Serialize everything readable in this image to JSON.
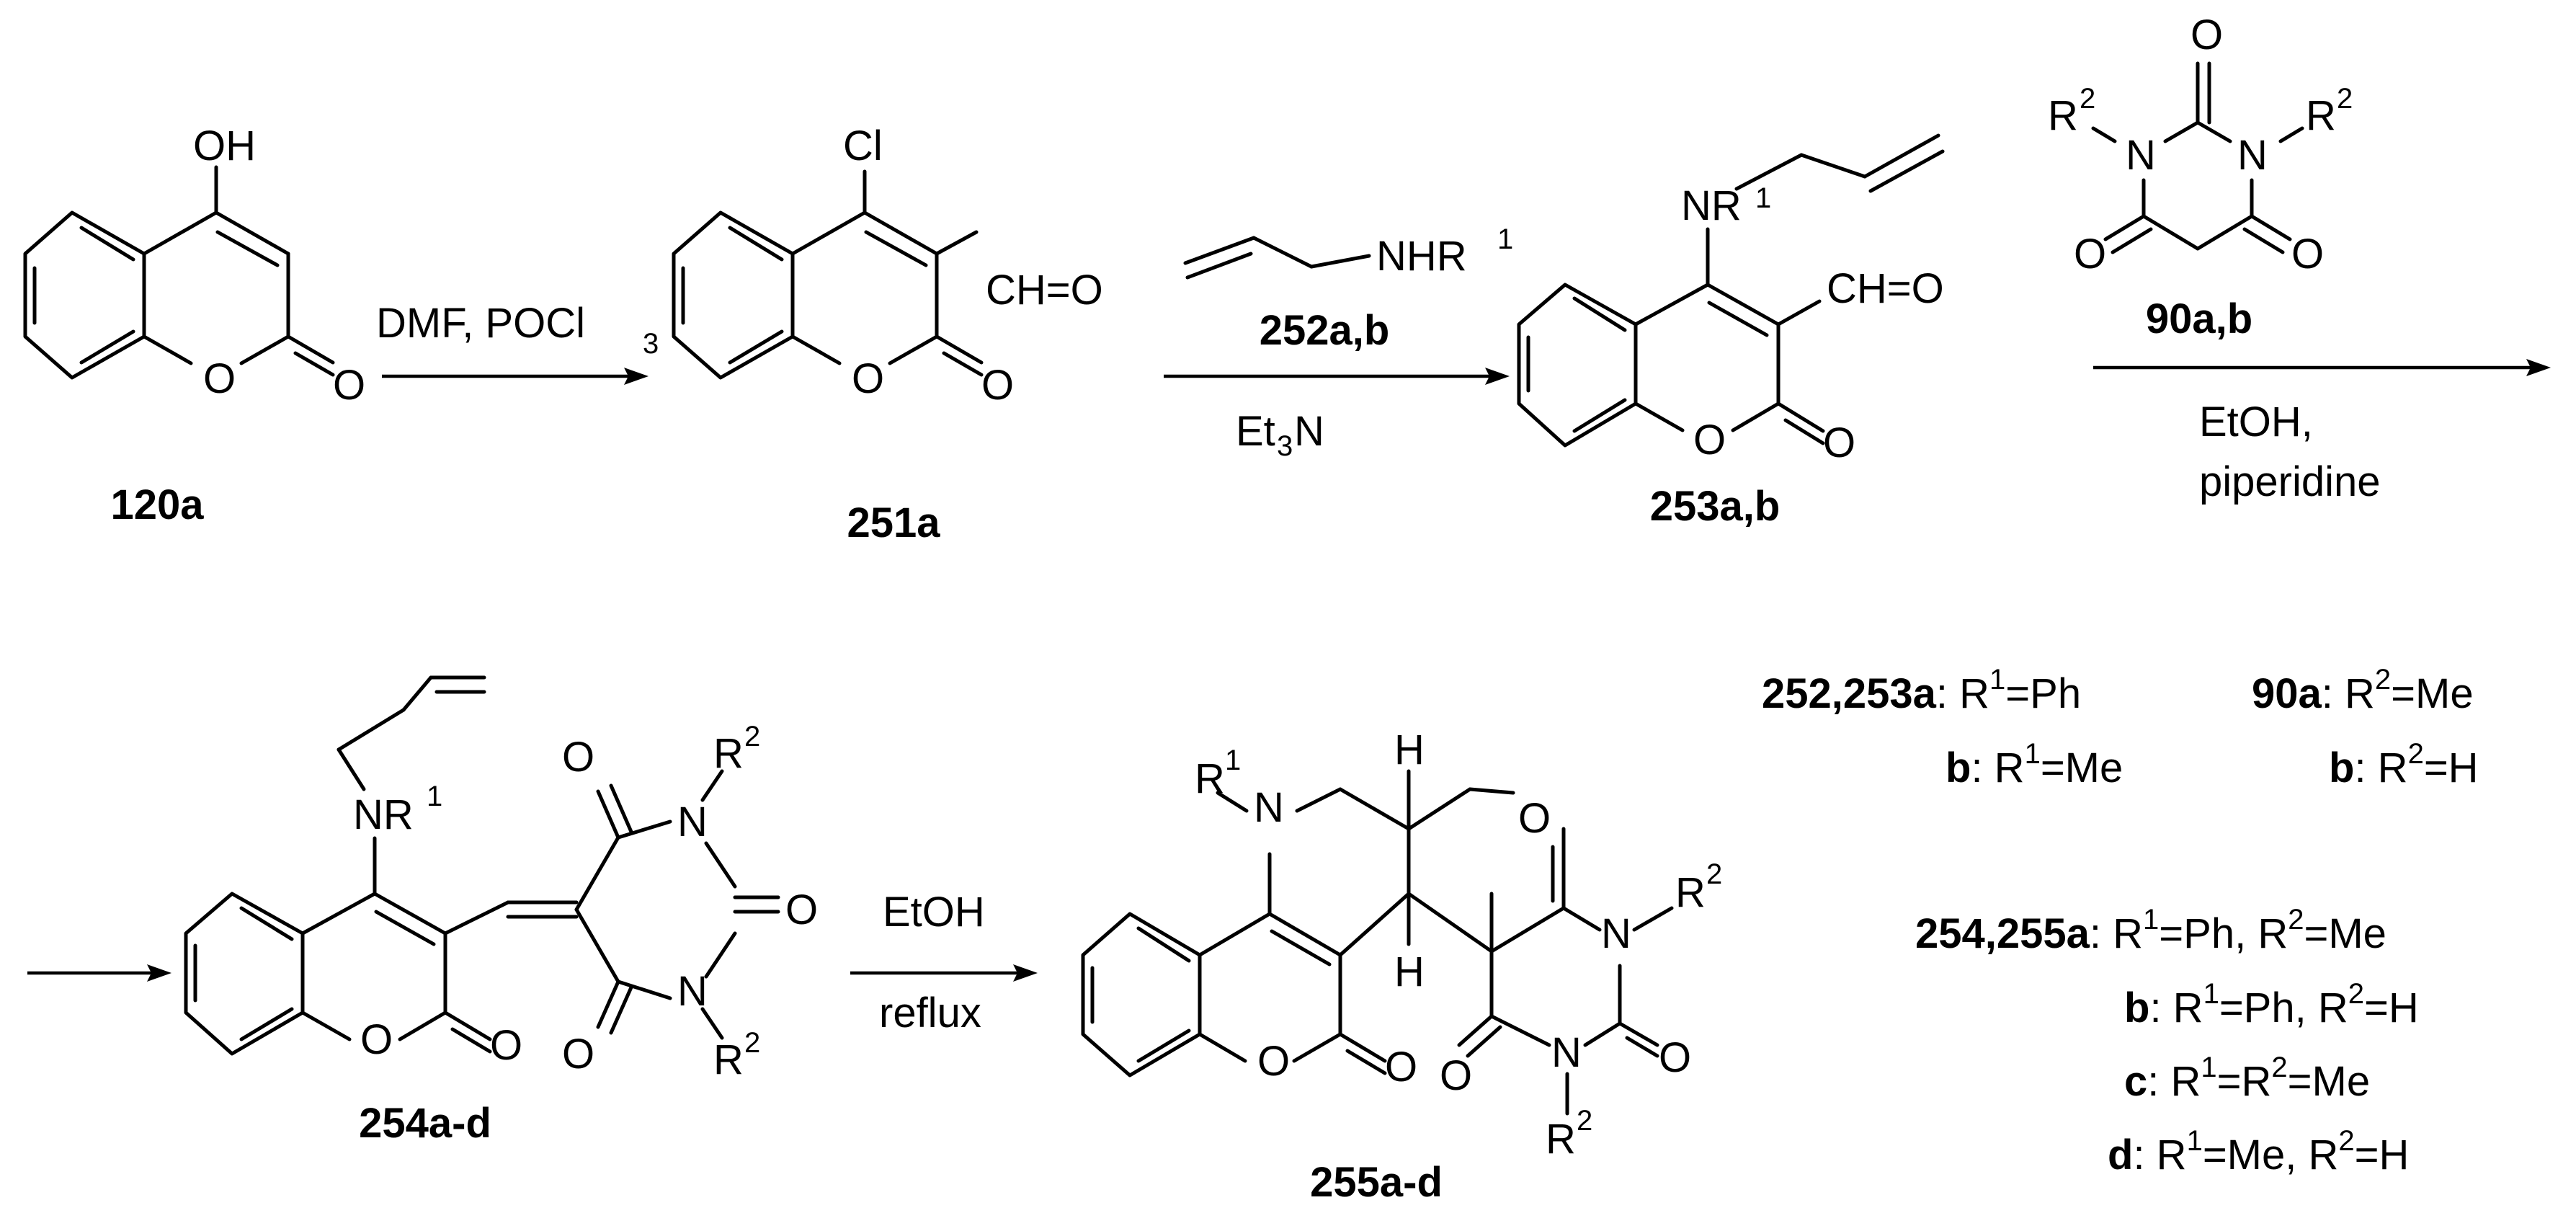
{
  "compounds": {
    "c120a": "120a",
    "c251a": "251a",
    "c252": "252a,b",
    "c253": "253a,b",
    "c90": "90a,b",
    "c254": "254a-d",
    "c255": "255a-d"
  },
  "atoms": {
    "oh": "OH",
    "o": "O",
    "cl": "Cl",
    "cho": "CH=O",
    "nhr1": "NHR",
    "nr1": "NR",
    "n": "N",
    "r": "R",
    "h": "H",
    "sup1": "1",
    "sup2": "2"
  },
  "conditions": {
    "step1": "DMF,  POCl",
    "step1_sub": "3",
    "step2": "Et",
    "step2_sub": "3",
    "step2_n": "N",
    "step3_line1": "EtOH,",
    "step3_line2": "piperidine",
    "step4_line1": "EtOH",
    "step4_line2": "reflux"
  },
  "legend": {
    "l1_bold": "252,253a",
    "l1_text": ": R",
    "l1_rest": "=Ph",
    "l2_bold": "b",
    "l2_text": ": R",
    "l2_rest": "=Me",
    "l3_bold": "90a",
    "l3_text": ": R",
    "l3_rest": "=Me",
    "l4_bold": "b",
    "l4_text": ": R",
    "l4_rest": "=H",
    "l5_bold": "254,255a",
    "l5_text": ": R",
    "l5_mid": "=Ph, R",
    "l5_rest": "=Me",
    "l6_bold": "b",
    "l6_text": ": R",
    "l6_mid": "=Ph, R",
    "l6_rest": "=H",
    "l7_bold": "c",
    "l7_text": ": R",
    "l7_mid": "=R",
    "l7_rest": "=Me",
    "l8_bold": "d",
    "l8_text": ": R",
    "l8_mid": "=Me, R",
    "l8_rest": "=H"
  }
}
